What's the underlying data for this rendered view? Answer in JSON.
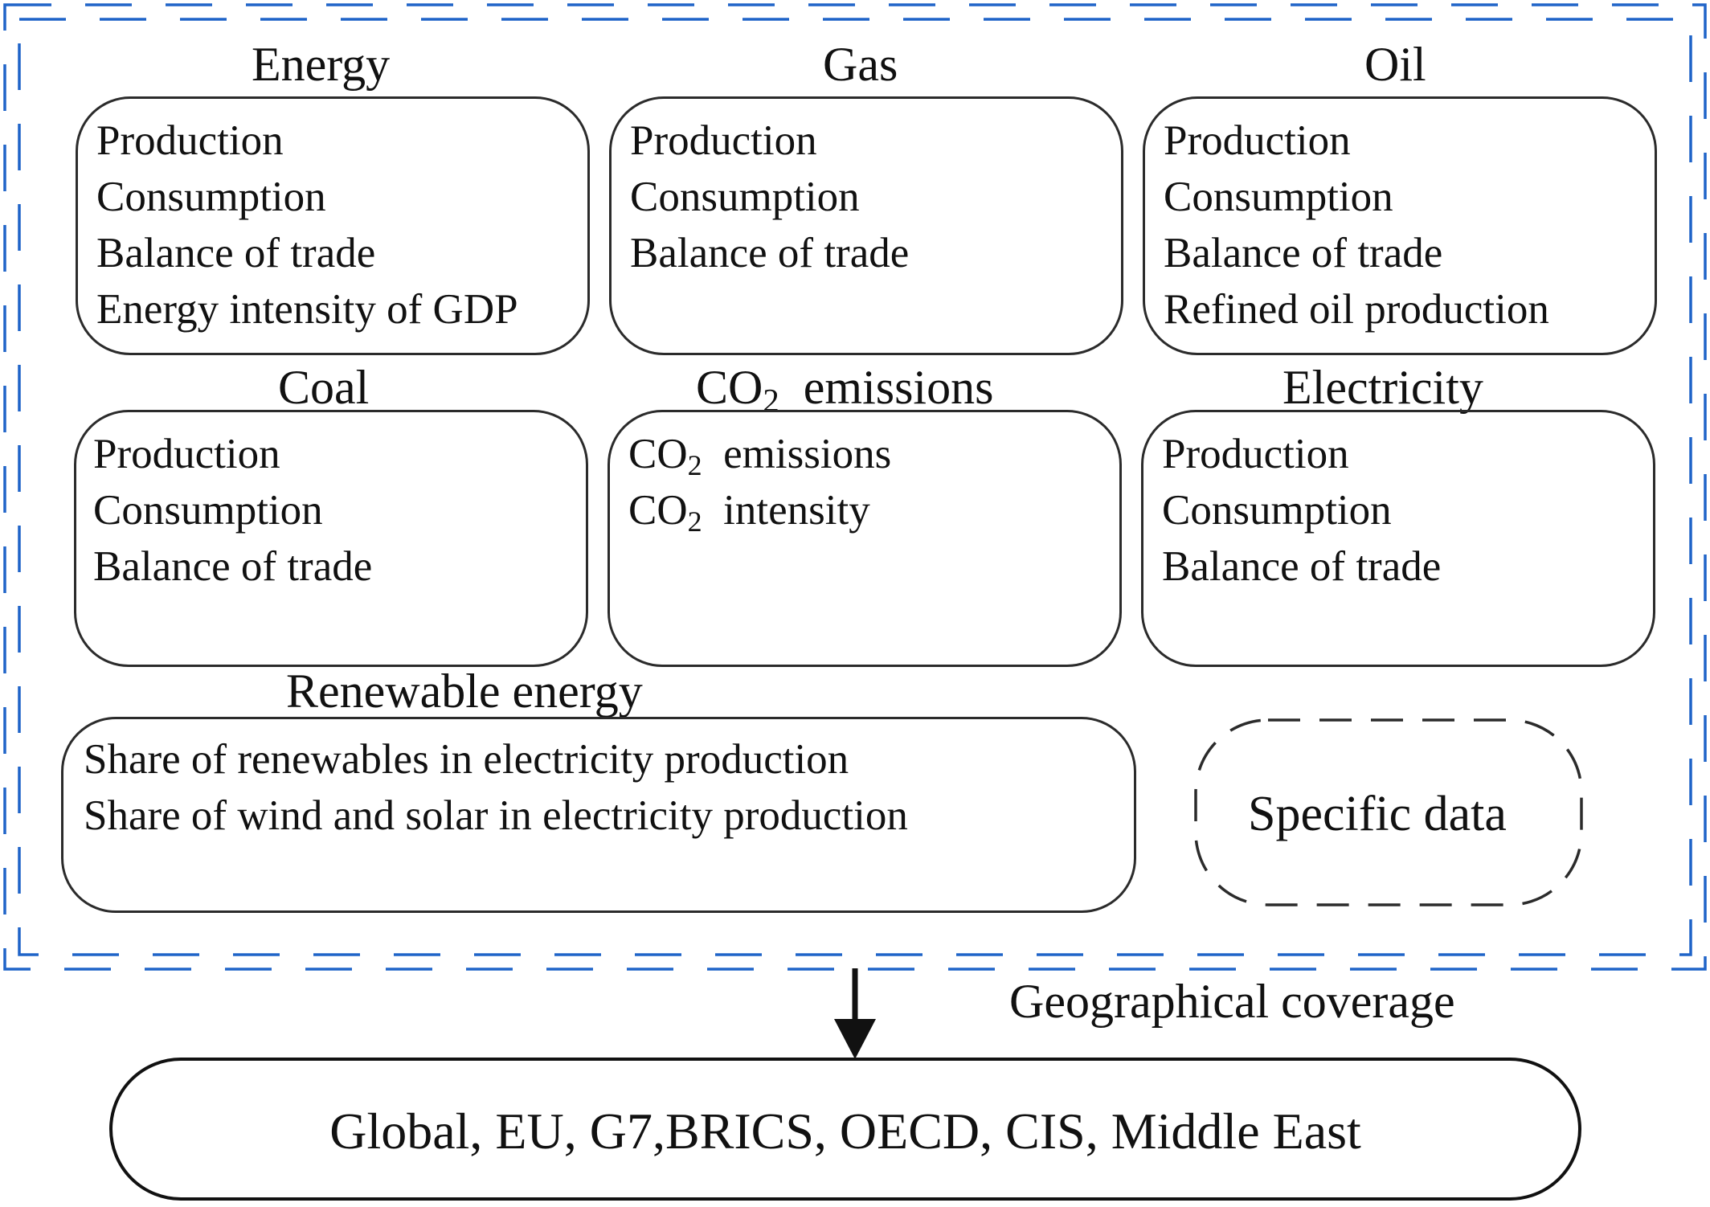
{
  "categories": [
    {
      "id": "energy",
      "title": "Energy",
      "items": [
        "Production",
        "Consumption",
        "Balance of trade",
        "Energy intensity of GDP"
      ]
    },
    {
      "id": "gas",
      "title": "Gas",
      "items": [
        "Production",
        "Consumption",
        "Balance of trade"
      ]
    },
    {
      "id": "oil",
      "title": "Oil",
      "items": [
        "Production",
        "Consumption",
        "Balance of trade",
        "Refined oil production"
      ]
    },
    {
      "id": "coal",
      "title": "Coal",
      "items": [
        "Production",
        "Consumption",
        "Balance of trade"
      ]
    },
    {
      "id": "co2",
      "title_main": "CO",
      "title_sub": "2",
      "title_rest": "emissions",
      "items": [
        {
          "main": "CO",
          "sub": "2",
          "rest": "emissions"
        },
        {
          "main": "CO",
          "sub": "2",
          "rest": "intensity"
        }
      ]
    },
    {
      "id": "electricity",
      "title": "Electricity",
      "items": [
        "Production",
        "Consumption",
        "Balance of trade"
      ]
    },
    {
      "id": "renewable",
      "title": "Renewable energy",
      "items": [
        "Share of renewables in electricity production",
        "Share of wind and solar in electricity production"
      ]
    }
  ],
  "specific_label": "Specific data",
  "arrow_label": "Geographical coverage",
  "coverage_text": "Global, EU, G7,BRICS, OECD, CIS, Middle East",
  "colors": {
    "frame_blue": "#1f64c8",
    "line": "#2b2b2b",
    "text": "#111111"
  }
}
